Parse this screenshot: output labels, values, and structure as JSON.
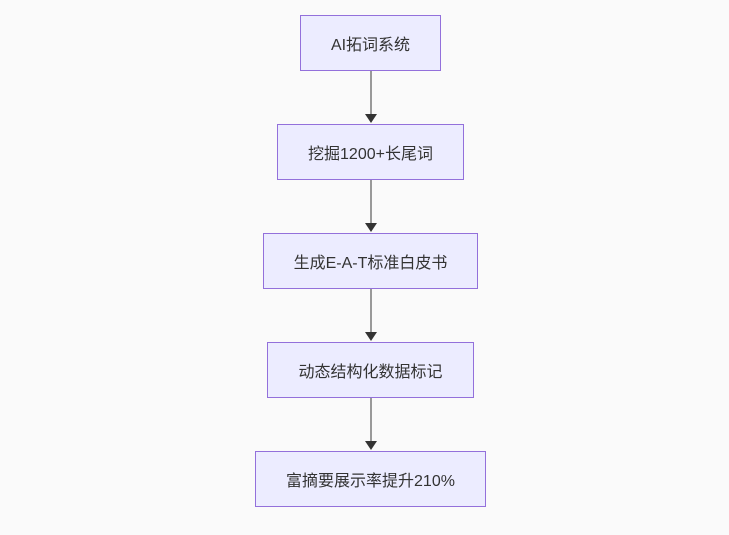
{
  "colors": {
    "background": "#fafafa",
    "node_fill": "#ECECFF",
    "node_border": "#9370DB",
    "node_text": "#333333",
    "edge_line": "#999999",
    "edge_arrow": "#333333"
  },
  "flowchart": {
    "type": "vertical-flow",
    "nodes": [
      {
        "label": "AI拓词系统"
      },
      {
        "label": "挖掘1200+长尾词"
      },
      {
        "label": "生成E-A-T标准白皮书"
      },
      {
        "label": "动态结构化数据标记"
      },
      {
        "label": "富摘要展示率提升210%"
      }
    ],
    "edges": [
      {
        "from": 0,
        "to": 1
      },
      {
        "from": 1,
        "to": 2
      },
      {
        "from": 2,
        "to": 3
      },
      {
        "from": 3,
        "to": 4
      }
    ]
  }
}
